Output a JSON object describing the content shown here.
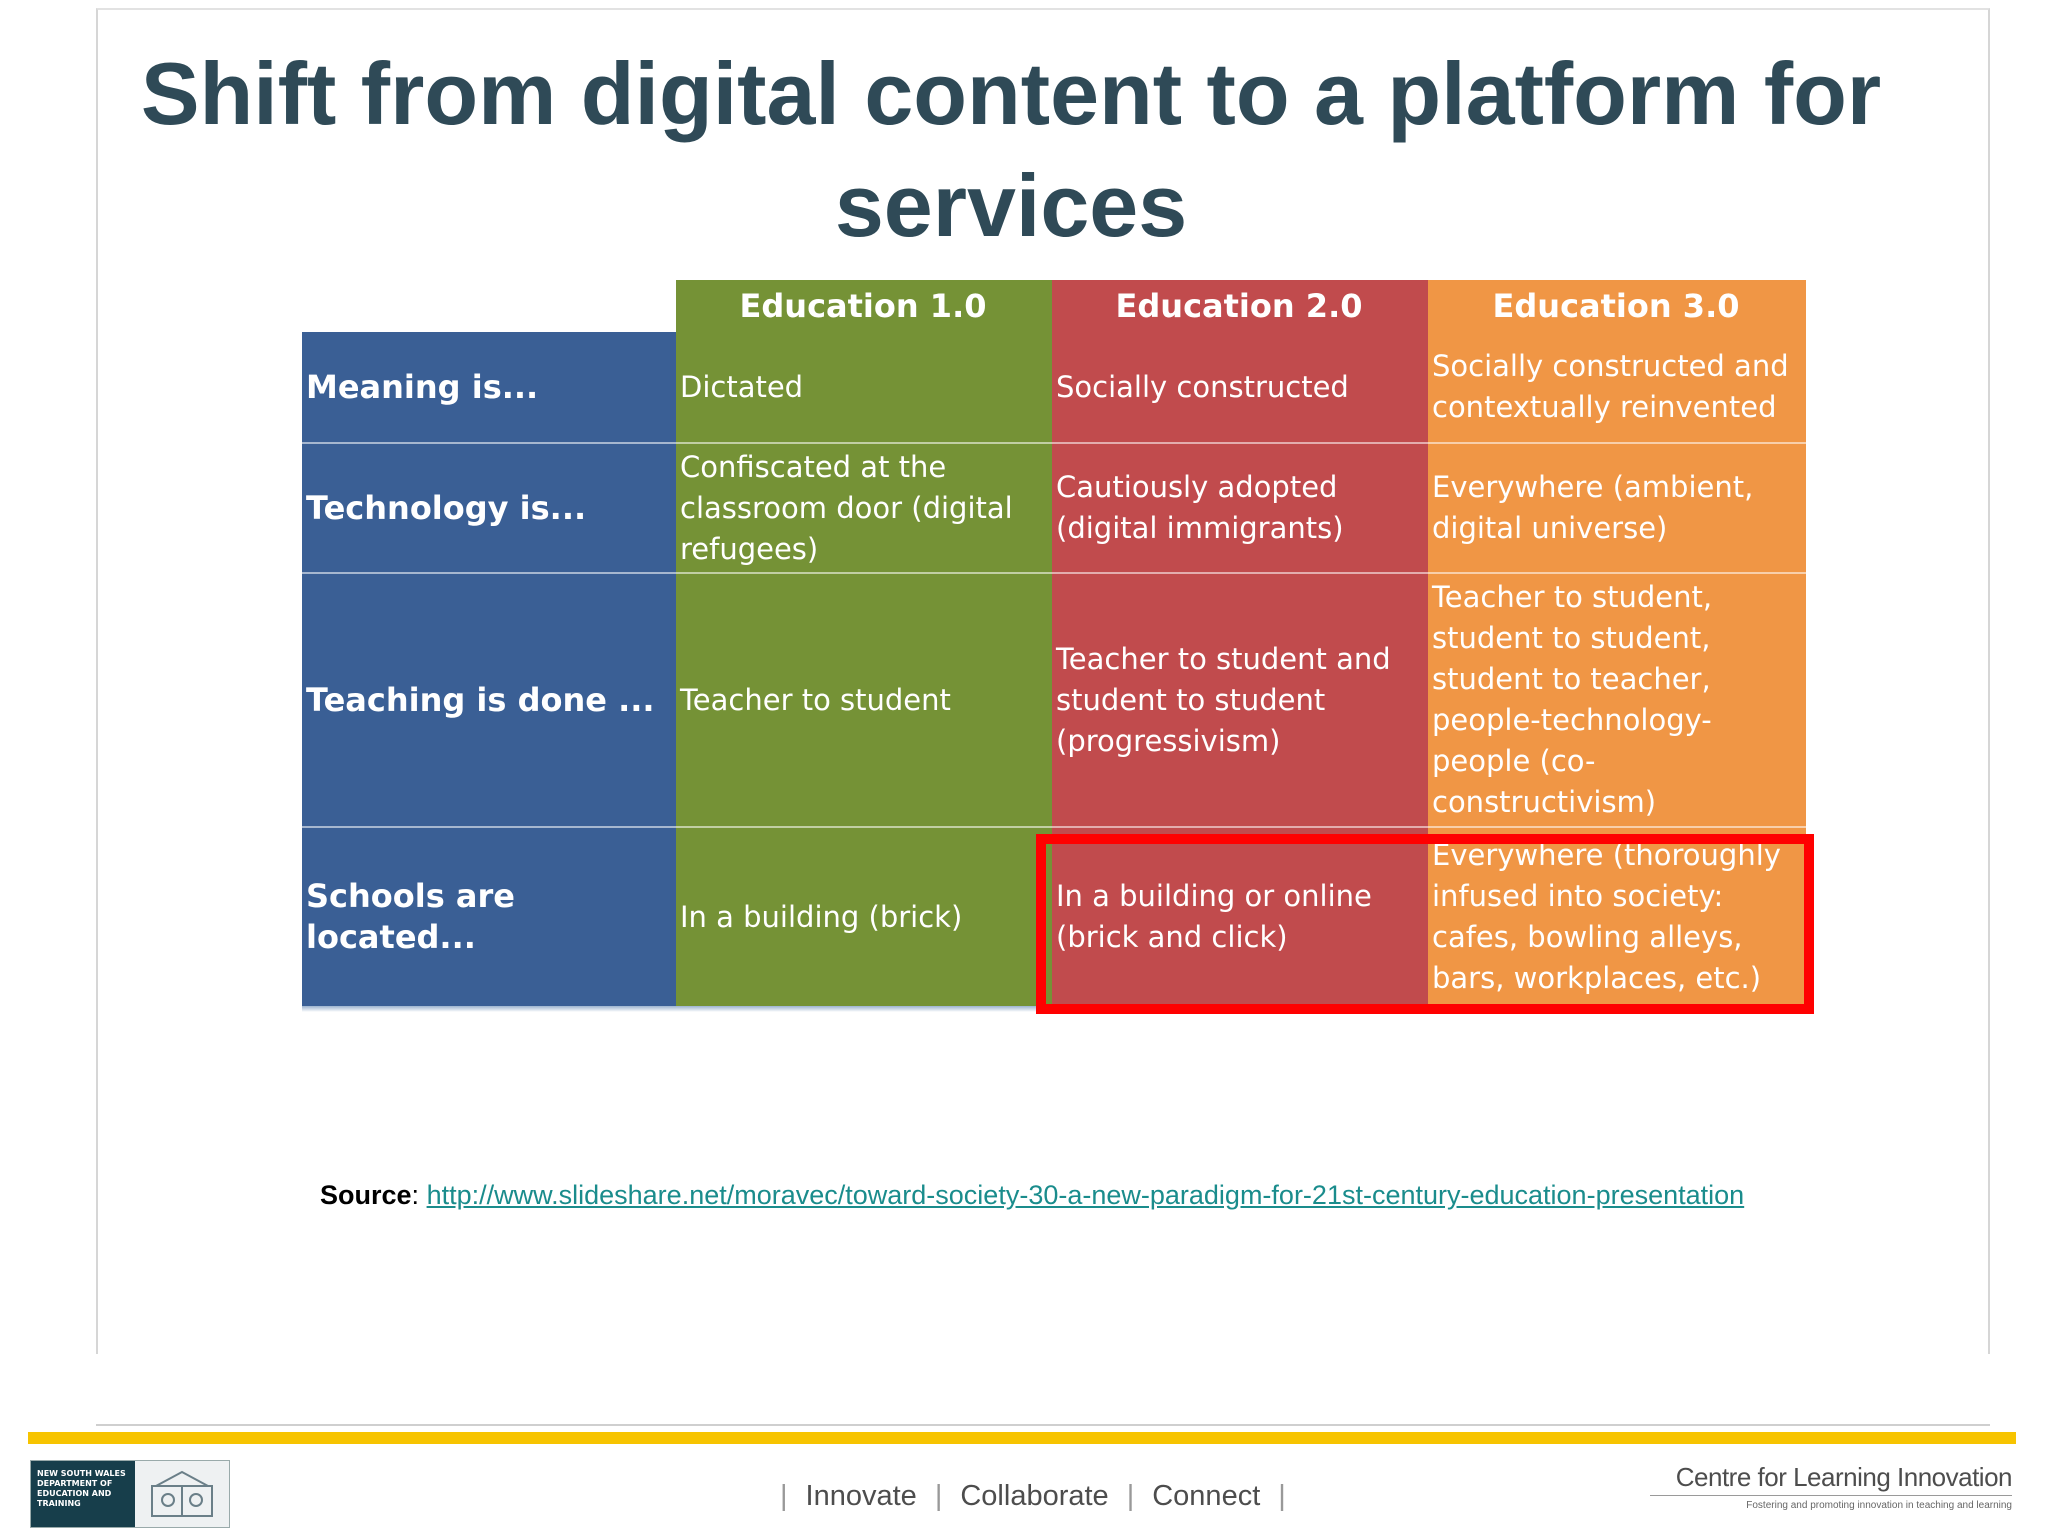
{
  "slide": {
    "title": "Shift from digital content to a platform for services"
  },
  "table": {
    "headers": [
      "Education 1.0",
      "Education 2.0",
      "Education 3.0"
    ],
    "rows": [
      {
        "label": "Meaning is...",
        "cells": [
          "Dictated",
          "Socially constructed",
          "Socially constructed and contextually reinvented"
        ]
      },
      {
        "label": "Technology is...",
        "cells": [
          "Confiscated at the classroom door (digital refugees)",
          "Cautiously adopted (digital immigrants)",
          "Everywhere (ambient, digital universe)"
        ]
      },
      {
        "label": "Teaching is done ...",
        "cells": [
          "Teacher to student",
          "Teacher to student and student to student (progressivism)",
          "Teacher to student, student to student, student to teacher, people-technology-people (co-constructivism)"
        ]
      },
      {
        "label": "Schools are located...",
        "cells": [
          "In a building (brick)",
          "In a building or online (brick and click)",
          "Everywhere (thoroughly infused into society: cafes, bowling alleys, bars, workplaces, etc.)"
        ]
      }
    ],
    "colors": {
      "label": "#3a5f95",
      "edu1": "#759236",
      "edu2": "#c14b4d",
      "edu3": "#f09645",
      "highlight": "#ff0000"
    }
  },
  "source": {
    "label": "Source",
    "separator": ":",
    "url": "http://www.slideshare.net/moravec/toward-society-30-a-new-paradigm-for-21st-century-education-presentation"
  },
  "footer": {
    "left_logo_text": "NEW SOUTH WALES DEPARTMENT OF EDUCATION AND TRAINING",
    "nav": [
      "Innovate",
      "Collaborate",
      "Connect"
    ],
    "nav_separator": "|",
    "right_logo_name": "Centre for Learning Innovation",
    "right_logo_tagline": "Fostering and promoting innovation in teaching and learning",
    "accent": "#f7c400"
  }
}
